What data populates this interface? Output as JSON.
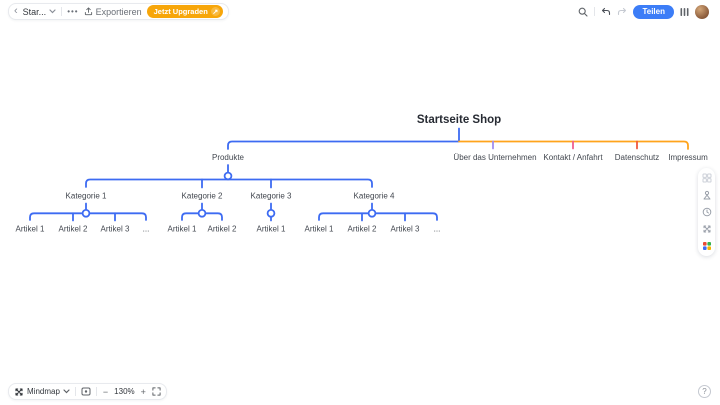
{
  "topbar": {
    "back_icon": "‹",
    "board_title": "Star...",
    "more_label": "•••",
    "export_label": "Exportieren",
    "upgrade_label": "Jetzt Upgraden",
    "upgrade_arrow": "↗",
    "share_label": "Teilen"
  },
  "bottom_bar": {
    "mode_label": "Mindmap",
    "zoom_out": "−",
    "zoom_level": "130%",
    "zoom_in": "+",
    "help_label": "?"
  },
  "mindmap": {
    "root": "Startseite Shop",
    "level2": [
      "Produkte",
      "Über das Unternehmen",
      "Kontakt / Anfahrt",
      "Datenschutz",
      "Impressum"
    ],
    "level3": [
      "Kategorie 1",
      "Kategorie 2",
      "Kategorie 3",
      "Kategorie 4"
    ],
    "level4_group1": [
      "Artikel 1",
      "Artikel 2",
      "Artikel 3",
      "..."
    ],
    "level4_group2": [
      "Artikel 1",
      "Artikel 2"
    ],
    "level4_group3": [
      "Artikel 1"
    ],
    "level4_group4": [
      "Artikel 1",
      "Artikel 2",
      "Artikel 3",
      "..."
    ]
  },
  "colors": {
    "branch_blue": "#3d6bf2",
    "branch_orange": "#ffa41c",
    "branch_purple": "#a18ef0",
    "branch_pink": "#ee5f8f",
    "branch_red": "#f0583c",
    "share_blue": "#3c7df7",
    "upgrade_orange": "#f7a60a"
  }
}
